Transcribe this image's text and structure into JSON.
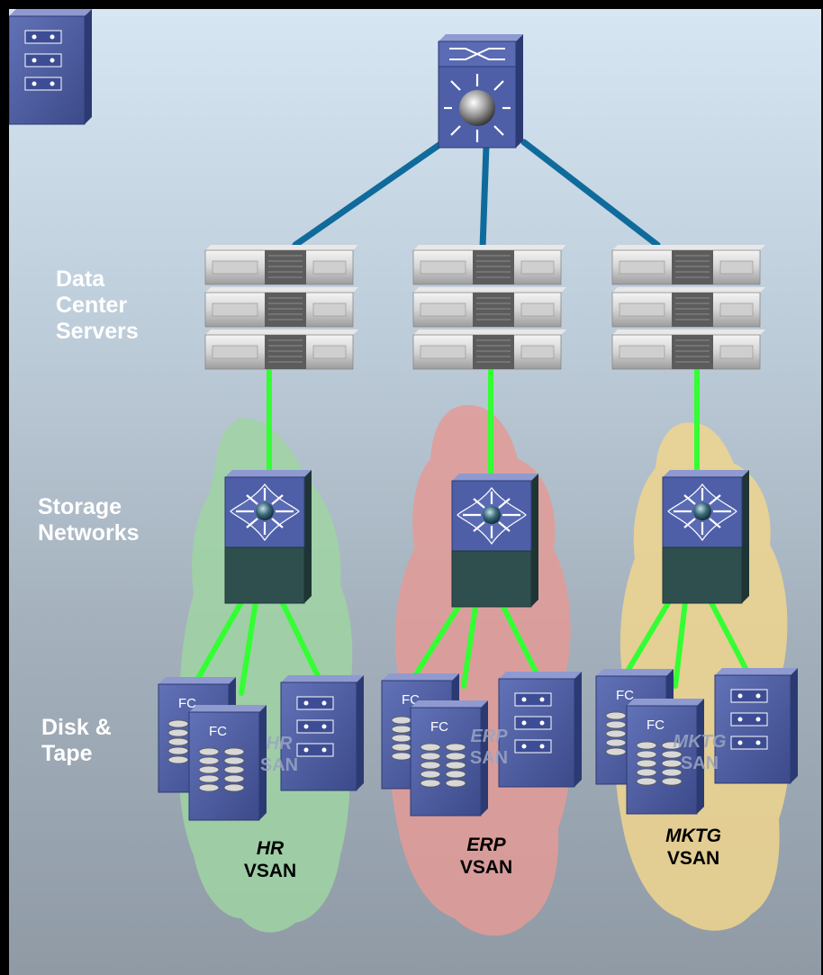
{
  "labels": {
    "servers": [
      "Data",
      "Center",
      "Servers"
    ],
    "storage": [
      "Storage",
      "Networks"
    ],
    "disk": [
      "Disk &",
      "Tape"
    ]
  },
  "vsans": [
    {
      "name": "HR",
      "suffix": "VSAN",
      "san_name": "HR",
      "san_suffix": "SAN",
      "color": "#9fd4a3"
    },
    {
      "name": "ERP",
      "suffix": "VSAN",
      "san_name": "ERP",
      "san_suffix": "SAN",
      "color": "#e39b96"
    },
    {
      "name": "MKTG",
      "suffix": "VSAN",
      "san_name": "MKTG",
      "san_suffix": "SAN",
      "color": "#f0d58e"
    }
  ],
  "device_text": {
    "fc": "FC"
  },
  "colors": {
    "uplink": "#0f6b9c",
    "fc_link": "#33ff33",
    "device": "#4a5a9e",
    "device_dark": "#2f4f4f"
  },
  "icons": [
    "core-switch-icon",
    "server-rack-icon",
    "fabric-switch-icon",
    "fc-disk-array-icon",
    "tape-library-icon"
  ]
}
